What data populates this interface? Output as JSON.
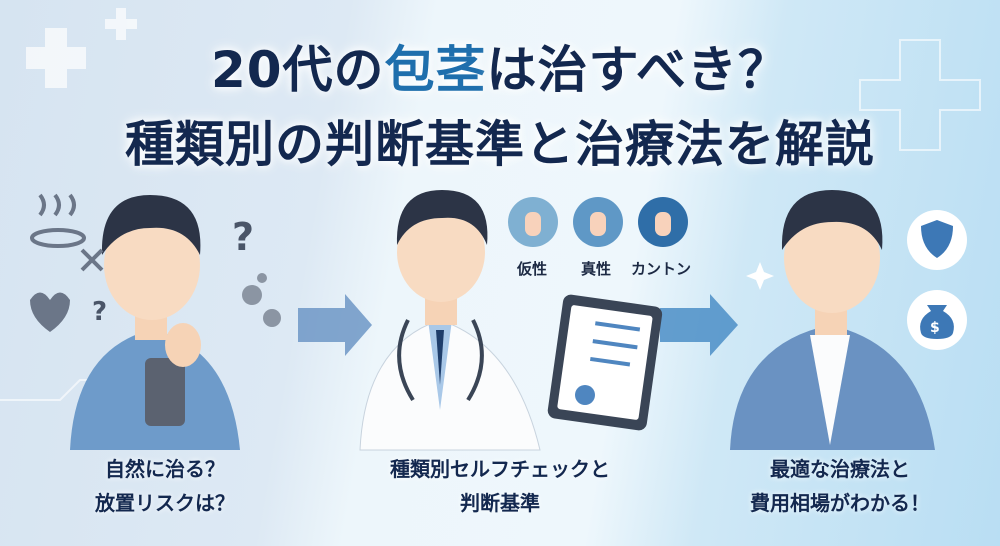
{
  "title": {
    "line1_part1": "20代の",
    "line1_accent": "包茎",
    "line1_part2": "は治すべき？",
    "line2": "種類別の判断基準と治療法を解説"
  },
  "colors": {
    "title_navy": "#13284f",
    "accent_blue": "#1f6fad",
    "arrow": "#5a8fc4"
  },
  "panels": [
    {
      "caption_line1": "自然に治る？",
      "caption_line2": "放置リスクは？",
      "icons": [
        "hot-spring-crossed-icon",
        "question-mark-icon",
        "broken-heart-icon",
        "germ-icon",
        "smartphone-icon"
      ]
    },
    {
      "caption_line1": "種類別セルフチェックと",
      "caption_line2": "判断基準",
      "icons": [
        "stethoscope-icon",
        "tablet-checklist-icon"
      ],
      "types": [
        {
          "label": "仮性"
        },
        {
          "label": "真性"
        },
        {
          "label": "カントン"
        }
      ]
    },
    {
      "caption_line1": "最適な治療法と",
      "caption_line2": "費用相場がわかる！",
      "icons": [
        "shield-icon",
        "money-bag-icon",
        "sparkle-icon"
      ]
    }
  ]
}
